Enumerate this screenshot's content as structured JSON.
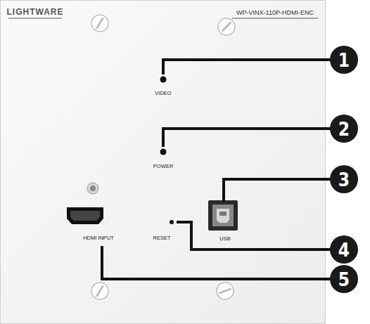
{
  "diagram": {
    "labels": [
      "LIGHTWARE",
      "WP-VINX-110P-HDMI-ENC",
      "VIDEO",
      "POWER",
      "USB",
      "RESET",
      "HDMI INPUT",
      "1",
      "2",
      "3",
      "4",
      "5"
    ]
  }
}
